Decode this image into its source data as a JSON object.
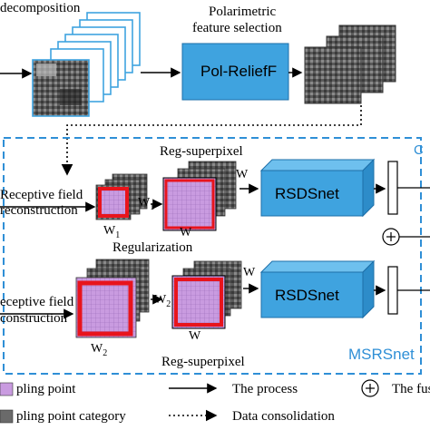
{
  "top": {
    "decomposition_label": "decomposition",
    "feature_selection_title": "Polarimetric",
    "feature_selection_title_2": "feature selection",
    "pol_relieff_label": "Pol-ReliefF"
  },
  "msrs": {
    "label": "MSRSnet",
    "partial_label": "C",
    "branch1": {
      "title": "Reg-superpixel",
      "receptive_line1": "Receptive field",
      "receptive_line2": "reconstruction",
      "w1_label": "W",
      "w1_sub": "1",
      "w1_label_b": "W",
      "w1_sub_b": "1",
      "w_label_right": "W",
      "w_label_bottom": "W",
      "regularization": "Regularization",
      "net": "RSDSnet"
    },
    "branch2": {
      "receptive_line1": "eceptive field",
      "receptive_line2": "construction",
      "w2_label": "W",
      "w2_sub": "2",
      "w2_label_b": "W",
      "w2_sub_b": "2",
      "w_label_right": "W",
      "w_label_bottom": "W",
      "reg_superpixel": "Reg-superpixel",
      "net": "RSDSnet"
    },
    "fusion_symbol": "+"
  },
  "legend": {
    "item1": "pling point",
    "item2": "pling point category",
    "process": "The process",
    "consolidation": "Data consolidation",
    "fusion_symbol": "+",
    "fusion": "The fus"
  },
  "colors": {
    "box_blue": "#3fa3df",
    "dashed_blue": "#2f8fd6",
    "msrs_text": "#2f8fd6",
    "red_grid": "#e8141c",
    "pink_fill": "#c99be0"
  }
}
